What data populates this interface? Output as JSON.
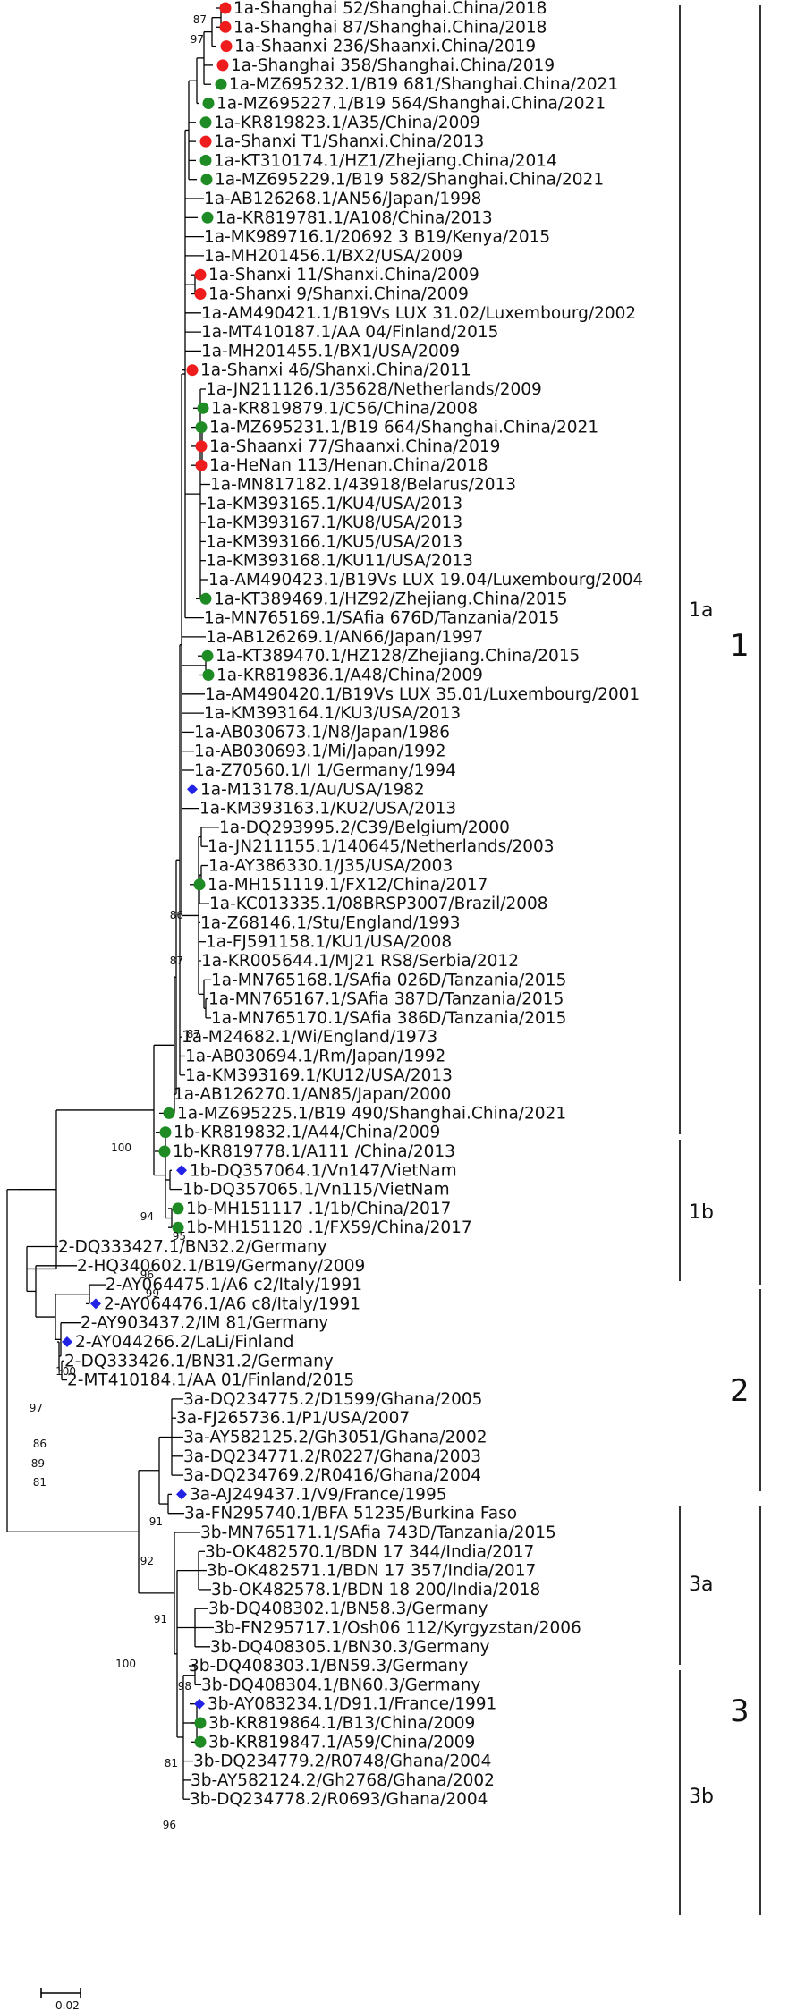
{
  "figure": {
    "scale_label": "0.02",
    "legend_colors": {
      "circle_red": "#ee1c1c",
      "circle_green": "#1f8b24",
      "diamond_blue": "#2323e6"
    }
  },
  "groups": [
    {
      "id": "1a",
      "label": "1a"
    },
    {
      "id": "1b",
      "label": "1b"
    },
    {
      "id": "g1",
      "label": "1"
    },
    {
      "id": "g2",
      "label": "2"
    },
    {
      "id": "3a",
      "label": "3a"
    },
    {
      "id": "3b",
      "label": "3b"
    },
    {
      "id": "g3",
      "label": "3"
    }
  ],
  "bootstraps": [
    "87",
    "97",
    "86",
    "87",
    "87",
    "100",
    "94",
    "95",
    "96",
    "99",
    "100",
    "97",
    "86",
    "89",
    "81",
    "91",
    "92",
    "91",
    "100",
    "98",
    "81",
    "96"
  ],
  "leaves": [
    {
      "label": "1a-Shanghai 52/Shanghai.China/2018",
      "marker": "red"
    },
    {
      "label": "1a-Shanghai 87/Shanghai.China/2018",
      "marker": "red"
    },
    {
      "label": "1a-Shaanxi 236/Shaanxi.China/2019",
      "marker": "red"
    },
    {
      "label": "1a-Shanghai 358/Shanghai.China/2019",
      "marker": "red"
    },
    {
      "label": "1a-MZ695232.1/B19 681/Shanghai.China/2021",
      "marker": "green"
    },
    {
      "label": "1a-MZ695227.1/B19 564/Shanghai.China/2021",
      "marker": "green"
    },
    {
      "label": "1a-KR819823.1/A35/China/2009",
      "marker": "green"
    },
    {
      "label": "1a-Shanxi T1/Shanxi.China/2013",
      "marker": "red"
    },
    {
      "label": "1a-KT310174.1/HZ1/Zhejiang.China/2014",
      "marker": "green"
    },
    {
      "label": "1a-MZ695229.1/B19 582/Shanghai.China/2021",
      "marker": "green"
    },
    {
      "label": "1a-AB126268.1/AN56/Japan/1998",
      "marker": ""
    },
    {
      "label": "1a-KR819781.1/A108/China/2013",
      "marker": "green"
    },
    {
      "label": "1a-MK989716.1/20692 3 B19/Kenya/2015",
      "marker": ""
    },
    {
      "label": "1a-MH201456.1/BX2/USA/2009",
      "marker": ""
    },
    {
      "label": "1a-Shanxi 11/Shanxi.China/2009",
      "marker": "red"
    },
    {
      "label": "1a-Shanxi 9/Shanxi.China/2009",
      "marker": "red"
    },
    {
      "label": "1a-AM490421.1/B19Vs LUX 31.02/Luxembourg/2002",
      "marker": ""
    },
    {
      "label": "1a-MT410187.1/AA 04/Finland/2015",
      "marker": ""
    },
    {
      "label": "1a-MH201455.1/BX1/USA/2009",
      "marker": ""
    },
    {
      "label": "1a-Shanxi 46/Shanxi.China/2011",
      "marker": "red"
    },
    {
      "label": "1a-JN211126.1/35628/Netherlands/2009",
      "marker": ""
    },
    {
      "label": "1a-KR819879.1/C56/China/2008",
      "marker": "green"
    },
    {
      "label": "1a-MZ695231.1/B19 664/Shanghai.China/2021",
      "marker": "green"
    },
    {
      "label": "1a-Shaanxi 77/Shaanxi.China/2019",
      "marker": "red"
    },
    {
      "label": "1a-HeNan 113/Henan.China/2018",
      "marker": "red"
    },
    {
      "label": "1a-MN817182.1/43918/Belarus/2013",
      "marker": ""
    },
    {
      "label": "1a-KM393165.1/KU4/USA/2013",
      "marker": ""
    },
    {
      "label": "1a-KM393167.1/KU8/USA/2013",
      "marker": ""
    },
    {
      "label": "1a-KM393166.1/KU5/USA/2013",
      "marker": ""
    },
    {
      "label": "1a-KM393168.1/KU11/USA/2013",
      "marker": ""
    },
    {
      "label": "1a-AM490423.1/B19Vs LUX 19.04/Luxembourg/2004",
      "marker": ""
    },
    {
      "label": "1a-KT389469.1/HZ92/Zhejiang.China/2015",
      "marker": "green"
    },
    {
      "label": "1a-MN765169.1/SAfia 676D/Tanzania/2015",
      "marker": ""
    },
    {
      "label": "1a-AB126269.1/AN66/Japan/1997",
      "marker": ""
    },
    {
      "label": "1a-KT389470.1/HZ128/Zhejiang.China/2015",
      "marker": "green"
    },
    {
      "label": "1a-KR819836.1/A48/China/2009",
      "marker": "green"
    },
    {
      "label": "1a-AM490420.1/B19Vs LUX 35.01/Luxembourg/2001",
      "marker": ""
    },
    {
      "label": "1a-KM393164.1/KU3/USA/2013",
      "marker": ""
    },
    {
      "label": "1a-AB030673.1/N8/Japan/1986",
      "marker": ""
    },
    {
      "label": "1a-AB030693.1/Mi/Japan/1992",
      "marker": ""
    },
    {
      "label": "1a-Z70560.1/I 1/Germany/1994",
      "marker": ""
    },
    {
      "label": "1a-M13178.1/Au/USA/1982",
      "marker": "diamond"
    },
    {
      "label": "1a-KM393163.1/KU2/USA/2013",
      "marker": ""
    },
    {
      "label": "1a-DQ293995.2/C39/Belgium/2000",
      "marker": ""
    },
    {
      "label": "1a-JN211155.1/140645/Netherlands/2003",
      "marker": ""
    },
    {
      "label": "1a-AY386330.1/J35/USA/2003",
      "marker": ""
    },
    {
      "label": "1a-MH151119.1/FX12/China/2017",
      "marker": "green"
    },
    {
      "label": "1a-KC013335.1/08BRSP3007/Brazil/2008",
      "marker": ""
    },
    {
      "label": "1a-Z68146.1/Stu/England/1993",
      "marker": ""
    },
    {
      "label": "1a-FJ591158.1/KU1/USA/2008",
      "marker": ""
    },
    {
      "label": "1a-KR005644.1/MJ21 RS8/Serbia/2012",
      "marker": ""
    },
    {
      "label": "1a-MN765168.1/SAfia 026D/Tanzania/2015",
      "marker": ""
    },
    {
      "label": "1a-MN765167.1/SAfia 387D/Tanzania/2015",
      "marker": ""
    },
    {
      "label": "1a-MN765170.1/SAfia 386D/Tanzania/2015",
      "marker": ""
    },
    {
      "label": "1a-M24682.1/Wi/England/1973",
      "marker": ""
    },
    {
      "label": "1a-AB030694.1/Rm/Japan/1992",
      "marker": ""
    },
    {
      "label": "1a-KM393169.1/KU12/USA/2013",
      "marker": ""
    },
    {
      "label": "1a-AB126270.1/AN85/Japan/2000",
      "marker": ""
    },
    {
      "label": "1a-MZ695225.1/B19 490/Shanghai.China/2021",
      "marker": "green"
    },
    {
      "label": "1b-KR819832.1/A44/China/2009",
      "marker": "green"
    },
    {
      "label": "1b-KR819778.1/A111 /China/2013",
      "marker": "green"
    },
    {
      "label": "1b-DQ357064.1/Vn147/VietNam",
      "marker": "diamond"
    },
    {
      "label": "1b-DQ357065.1/Vn115/VietNam",
      "marker": ""
    },
    {
      "label": "1b-MH151117 .1/1b/China/2017",
      "marker": "green"
    },
    {
      "label": "1b-MH151120 .1/FX59/China/2017",
      "marker": "green"
    },
    {
      "label": "2-DQ333427.1/BN32.2/Germany",
      "marker": ""
    },
    {
      "label": "2-HQ340602.1/B19/Germany/2009",
      "marker": ""
    },
    {
      "label": "2-AY064475.1/A6 c2/Italy/1991",
      "marker": ""
    },
    {
      "label": "2-AY064476.1/A6 c8/Italy/1991",
      "marker": "diamond"
    },
    {
      "label": "2-AY903437.2/IM 81/Germany",
      "marker": ""
    },
    {
      "label": "2-AY044266.2/LaLi/Finland",
      "marker": "diamond"
    },
    {
      "label": "2-DQ333426.1/BN31.2/Germany",
      "marker": ""
    },
    {
      "label": "2-MT410184.1/AA 01/Finland/2015",
      "marker": ""
    },
    {
      "label": "3a-DQ234775.2/D1599/Ghana/2005",
      "marker": ""
    },
    {
      "label": "3a-FJ265736.1/P1/USA/2007",
      "marker": ""
    },
    {
      "label": "3a-AY582125.2/Gh3051/Ghana/2002",
      "marker": ""
    },
    {
      "label": "3a-DQ234771.2/R0227/Ghana/2003",
      "marker": ""
    },
    {
      "label": "3a-DQ234769.2/R0416/Ghana/2004",
      "marker": ""
    },
    {
      "label": "3a-AJ249437.1/V9/France/1995",
      "marker": "diamond"
    },
    {
      "label": "3a-FN295740.1/BFA 51235/Burkina Faso",
      "marker": ""
    },
    {
      "label": "3b-MN765171.1/SAfia 743D/Tanzania/2015",
      "marker": ""
    },
    {
      "label": "3b-OK482570.1/BDN 17 344/India/2017",
      "marker": ""
    },
    {
      "label": "3b-OK482571.1/BDN 17 357/India/2017",
      "marker": ""
    },
    {
      "label": "3b-OK482578.1/BDN 18 200/India/2018",
      "marker": ""
    },
    {
      "label": "3b-DQ408302.1/BN58.3/Germany",
      "marker": ""
    },
    {
      "label": "3b-FN295717.1/Osh06 112/Kyrgyzstan/2006",
      "marker": ""
    },
    {
      "label": "3b-DQ408305.1/BN30.3/Germany",
      "marker": ""
    },
    {
      "label": "3b-DQ408303.1/BN59.3/Germany",
      "marker": ""
    },
    {
      "label": "3b-DQ408304.1/BN60.3/Germany",
      "marker": ""
    },
    {
      "label": "3b-AY083234.1/D91.1/France/1991",
      "marker": "diamond"
    },
    {
      "label": "3b-KR819864.1/B13/China/2009",
      "marker": "green"
    },
    {
      "label": "3b-KR819847.1/A59/China/2009",
      "marker": "green"
    },
    {
      "label": "3b-DQ234779.2/R0748/Ghana/2004",
      "marker": ""
    },
    {
      "label": "3b-AY582124.2/Gh2768/Ghana/2002",
      "marker": ""
    },
    {
      "label": "3b-DQ234778.2/R0693/Ghana/2004",
      "marker": ""
    }
  ]
}
